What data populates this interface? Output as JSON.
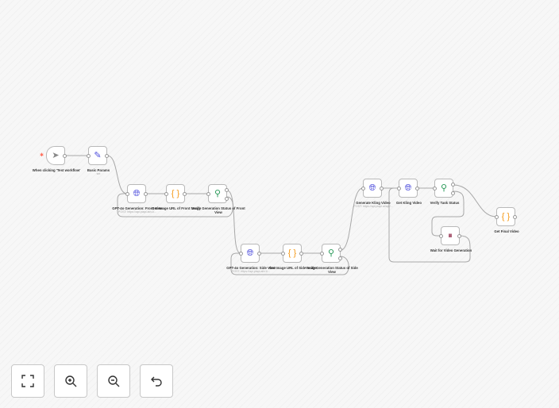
{
  "nodes": {
    "trigger": {
      "label": "When clicking 'Test workflow'",
      "icon": "cursor-icon"
    },
    "basic_params": {
      "label": "Basic Params",
      "subtitle": "set",
      "icon": "pencil-icon"
    },
    "gpt_front": {
      "label": "GPT-4o Generation: Front View",
      "subtitle": "POST: https://api.piapi.ai/v1/...",
      "icon": "globe-icon"
    },
    "url_front": {
      "label": "Get Image URL of Front Image",
      "icon": "braces-icon"
    },
    "verify_front": {
      "label": "Verify Generation Status of Front View",
      "icon": "signpost-icon"
    },
    "gpt_side": {
      "label": "GPT-4o Generation: Side View",
      "subtitle": "POST: https://api.piapi.ai/v1/...",
      "icon": "globe-icon"
    },
    "url_side": {
      "label": "Get Image URL of Side Image",
      "icon": "braces-icon"
    },
    "verify_side": {
      "label": "Verify Generation Status of Side View",
      "icon": "signpost-icon"
    },
    "kling_gen": {
      "label": "Generate Kling Video",
      "subtitle": "POST: https://api.piapi.ai/api/...",
      "icon": "globe-icon"
    },
    "kling_get": {
      "label": "Get Kling Video",
      "icon": "globe-icon"
    },
    "verify_task": {
      "label": "Verify Task Status",
      "icon": "signpost-icon"
    },
    "final": {
      "label": "Get Final Video",
      "icon": "braces-icon"
    },
    "wait": {
      "label": "Wait for Video Generation",
      "icon": "pause-icon"
    }
  },
  "toolbar": [
    "fit-view-icon",
    "zoom-in-icon",
    "zoom-out-icon",
    "undo-icon"
  ],
  "colors": {
    "http": "#4b4bdc",
    "code": "#f59b1c",
    "if": "#2b9a5a",
    "wait": "#8b1e3f",
    "trigger_star": "#ff6d5a"
  }
}
